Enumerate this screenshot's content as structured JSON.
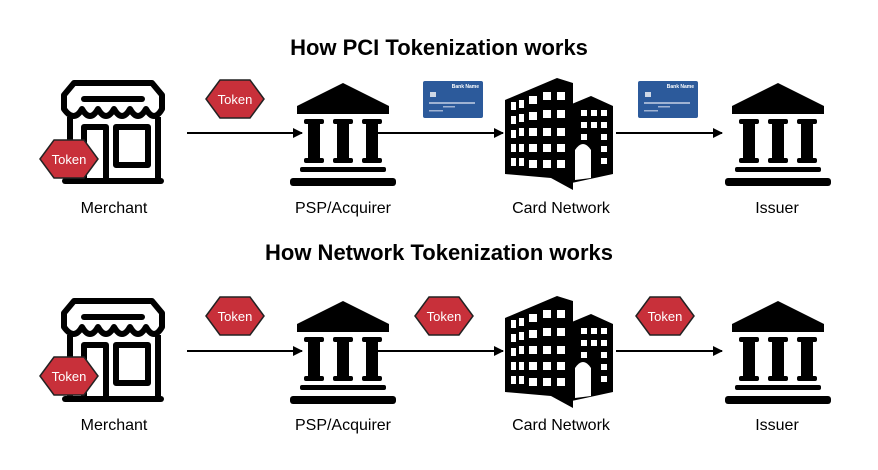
{
  "sections": [
    {
      "title": "How PCI Tokenization works",
      "nodes": [
        "Merchant",
        "PSP/Acquirer",
        "Card Network",
        "Issuer"
      ],
      "transfer_items": [
        "token",
        "card",
        "card"
      ]
    },
    {
      "title": "How Network Tokenization works",
      "nodes": [
        "Merchant",
        "PSP/Acquirer",
        "Card Network",
        "Issuer"
      ],
      "transfer_items": [
        "token",
        "token",
        "token"
      ]
    }
  ],
  "token_label": "Token",
  "card_bank_name": "Bank Name",
  "colors": {
    "token": "#c8303a",
    "card": "#2c5a9b",
    "icon": "#000000"
  },
  "icons": [
    "store-icon",
    "bank-icon",
    "office-building-icon",
    "bank-icon",
    "token-hexagon-icon",
    "credit-card-icon"
  ]
}
